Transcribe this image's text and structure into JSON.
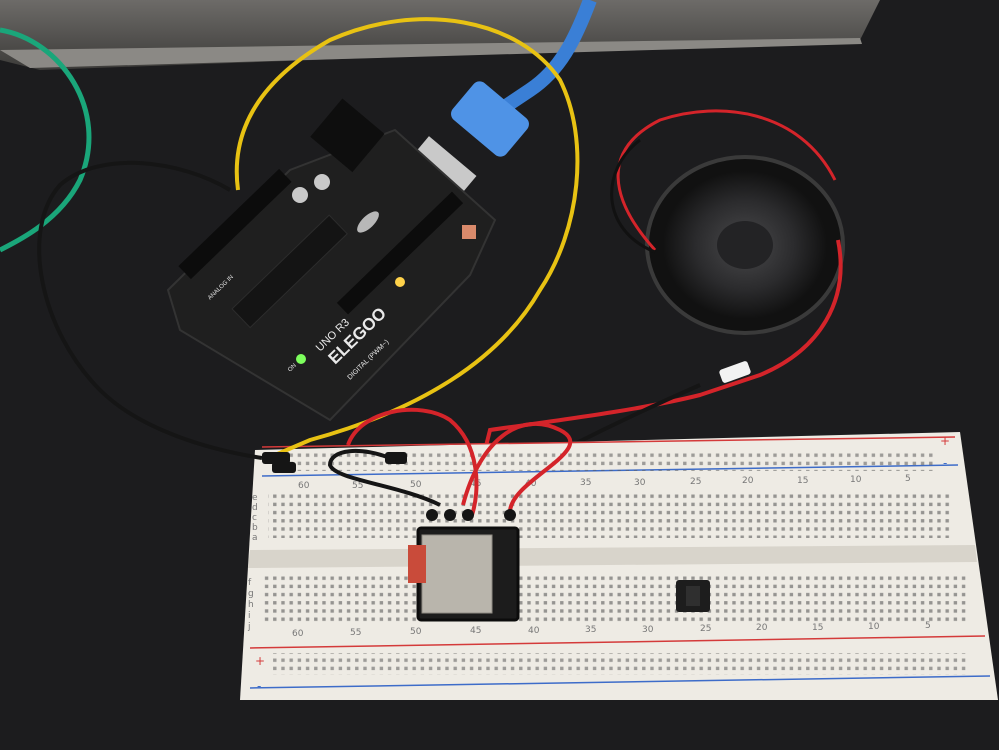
{
  "board": {
    "brand": "ELEGOO",
    "model": "UNO R3",
    "digital_label": "DIGITAL (PWM~)",
    "analog_label": "ANALOG IN",
    "on_label": "ON"
  },
  "breadboard": {
    "col_numbers": [
      "60",
      "55",
      "50",
      "45",
      "40",
      "35",
      "30",
      "25",
      "20",
      "15",
      "10",
      "5"
    ],
    "row_letters_top": [
      "a",
      "b",
      "c",
      "d",
      "e"
    ],
    "row_letters_bottom": [
      "f",
      "g",
      "h",
      "i",
      "j"
    ],
    "rail_plus": "+",
    "rail_minus": "-"
  },
  "colors": {
    "table": "#1b1b1d",
    "board_pcb": "#1e1e1e",
    "breadboard": "#eeebe4",
    "wire_red": "#d4242a",
    "wire_yellow": "#e8c213",
    "wire_black": "#151515",
    "wire_green": "#1aa67a",
    "usb_cable": "#3a7fd6",
    "speaker": "#2a2a2c"
  }
}
